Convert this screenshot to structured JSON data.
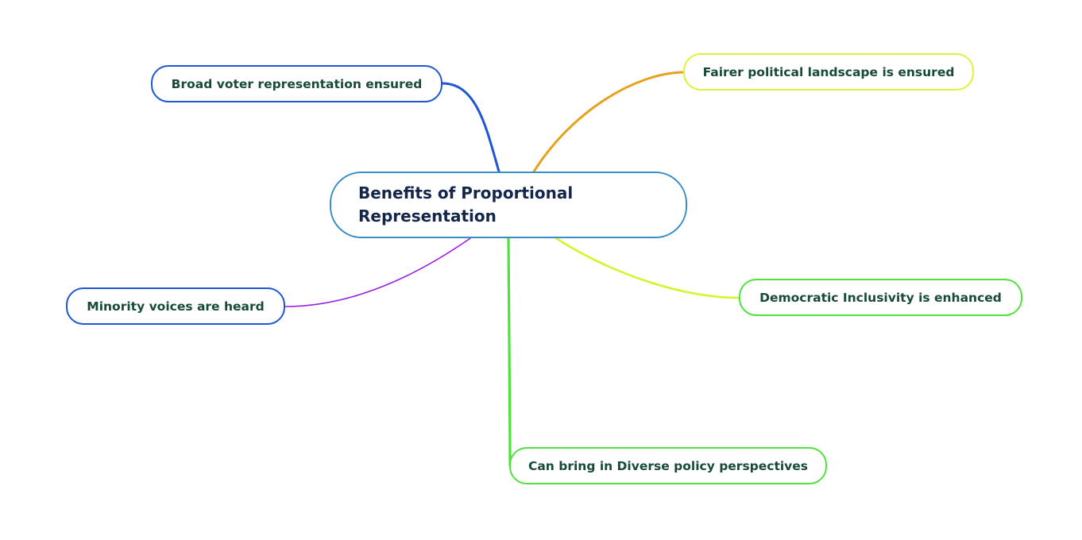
{
  "mindmap": {
    "root": {
      "label": "Benefits of Proportional Representation",
      "color": "#3a8fc2"
    },
    "branches": [
      {
        "id": "broad",
        "label": "Broad voter representation ensured",
        "color": "#1f56d6"
      },
      {
        "id": "fairer",
        "label": "Fairer political landscape is ensured",
        "color": "#e6a21e"
      },
      {
        "id": "minority",
        "label": "Minority voices are heard",
        "color": "#9b1ee0"
      },
      {
        "id": "democratic",
        "label": "Democratic Inclusivity is enhanced",
        "color": "#d4f52a"
      },
      {
        "id": "diverse",
        "label": "Can bring in Diverse policy perspectives",
        "color": "#4ee33a"
      }
    ]
  }
}
